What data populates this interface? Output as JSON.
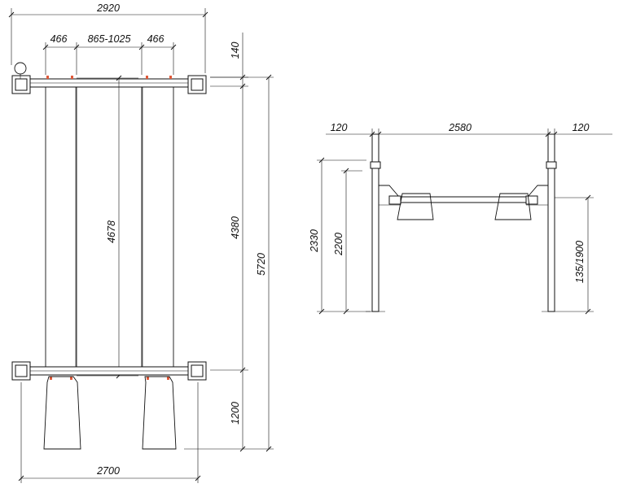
{
  "plan_view": {
    "dims": {
      "overall_width": "2920",
      "runway_left": "466",
      "runway_gap": "865-1025",
      "runway_right": "466",
      "top_offset": "140",
      "runway_length": "4678",
      "post_spacing": "4380",
      "overall_length": "5720",
      "ramp_length": "1200",
      "base_width": "2700"
    }
  },
  "front_view": {
    "dims": {
      "post_left": "120",
      "span": "2580",
      "post_right": "120",
      "overall_height": "2330",
      "post_height": "2200",
      "lift_range": "135/1900"
    }
  },
  "colors": {
    "line": "#111111",
    "marker": "#e05a3a"
  }
}
